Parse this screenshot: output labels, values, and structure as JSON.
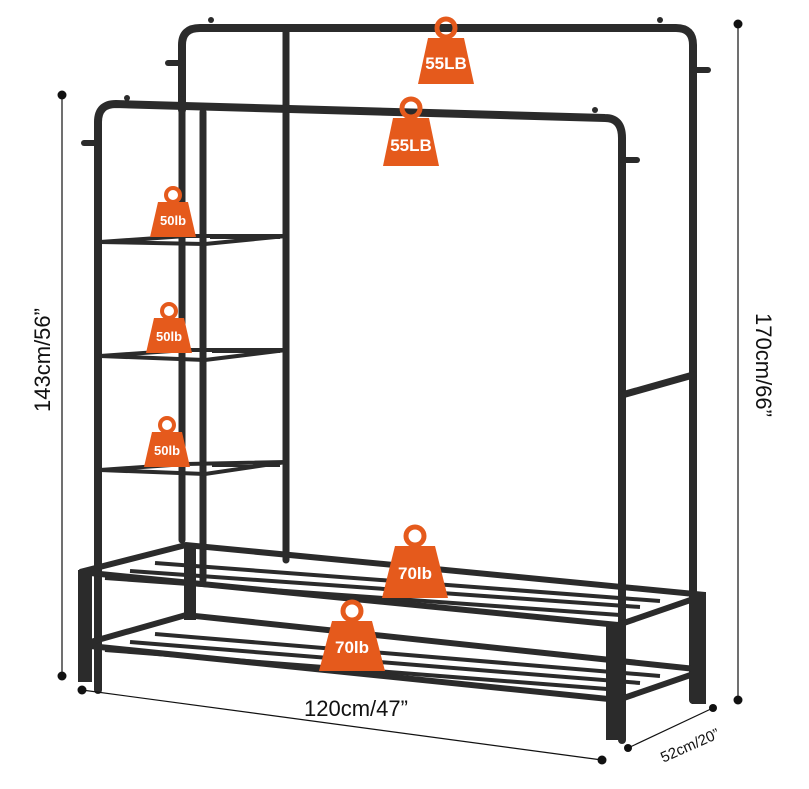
{
  "product": {
    "colors": {
      "frame": "#2b2b2b",
      "weight_badge": "#e55a1c",
      "dimension_line": "#111111"
    }
  },
  "dimensions": {
    "height_front": "143cm/56”",
    "height_total": "170cm/66”",
    "width": "120cm/47”",
    "depth": "52cm/20”"
  },
  "load_ratings": {
    "rear_rail": "55LB",
    "front_rail": "55LB",
    "shelf_top": "50lb",
    "shelf_middle": "50lb",
    "shelf_bottom": "50lb",
    "base_upper": "70lb",
    "base_lower": "70lb"
  }
}
